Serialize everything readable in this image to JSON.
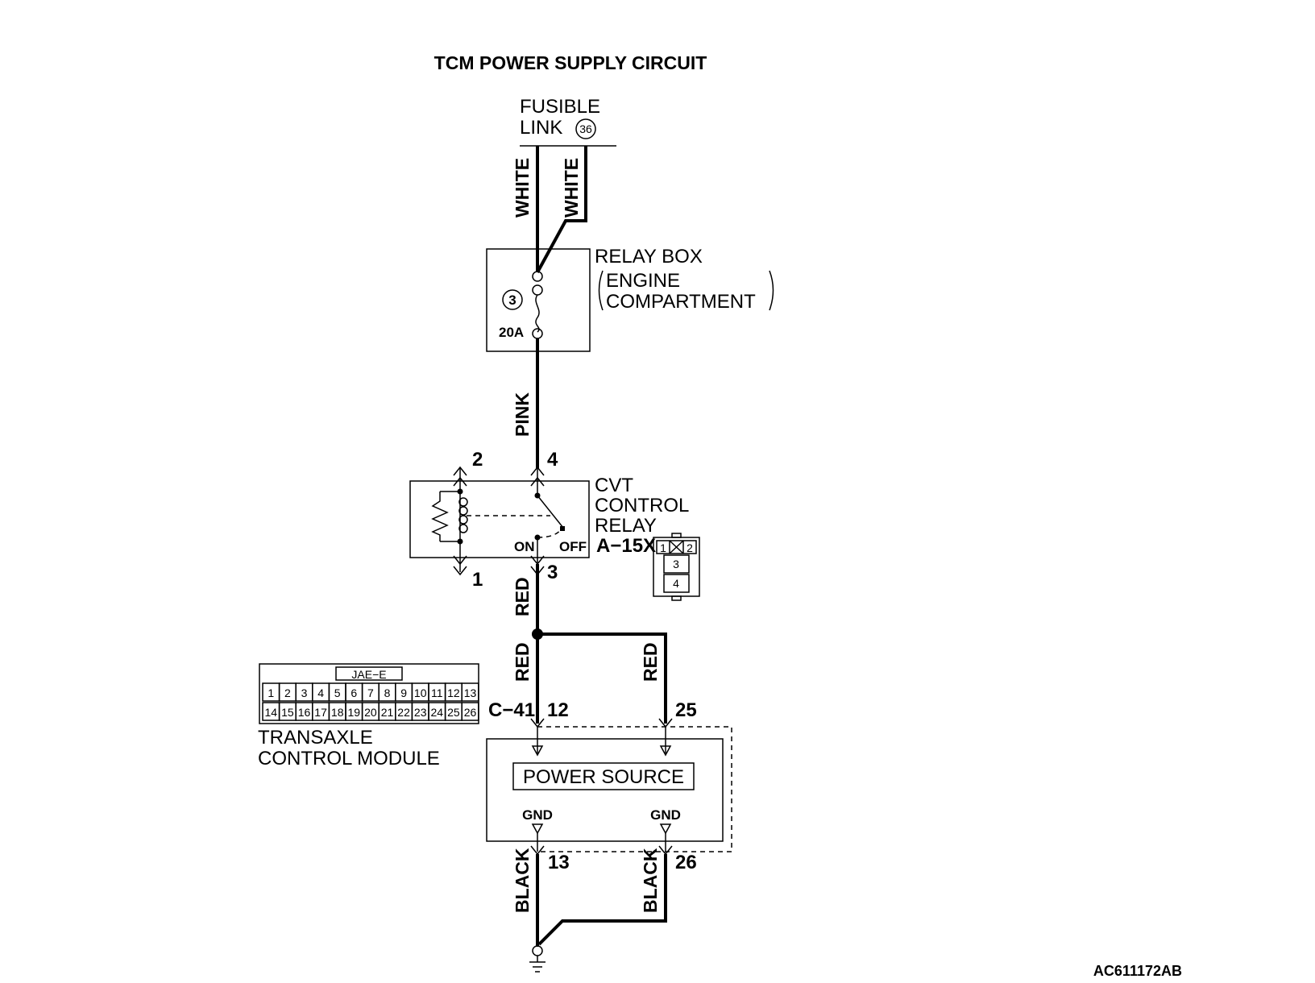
{
  "title": "TCM POWER SUPPLY CIRCUIT",
  "fusible_link": {
    "line1": "FUSIBLE",
    "line2": "LINK",
    "number": "36"
  },
  "relay_box": {
    "label": "RELAY BOX",
    "location_line1": "ENGINE",
    "location_line2": "COMPARTMENT",
    "fuse_number": "3",
    "fuse_rating": "20A"
  },
  "wires": {
    "white_left": "WHITE",
    "white_right": "WHITE",
    "pink": "PINK",
    "red_top": "RED",
    "red_left": "RED",
    "red_right": "RED",
    "black_left": "BLACK",
    "black_right": "BLACK"
  },
  "cvt_relay": {
    "line1": "CVT",
    "line2": "CONTROL",
    "line3": "RELAY",
    "connector": "A−15X",
    "pin_2": "2",
    "pin_4": "4",
    "pin_1": "1",
    "pin_3": "3",
    "on_label": "ON",
    "off_label": "OFF",
    "connector_face": {
      "pin1": "1",
      "pin2": "2",
      "pin3": "3",
      "pin4": "4"
    }
  },
  "tcm": {
    "line1": "TRANSAXLE",
    "line2": "CONTROL MODULE",
    "connector": "C−41",
    "connector_type": "JAE−E",
    "pin_12": "12",
    "pin_25": "25",
    "pin_13": "13",
    "pin_26": "26",
    "power_source": "POWER SOURCE",
    "gnd_left": "GND",
    "gnd_right": "GND",
    "connector_pins_top": [
      "1",
      "2",
      "3",
      "4",
      "5",
      "6",
      "7",
      "8",
      "9",
      "10",
      "11",
      "12",
      "13"
    ],
    "connector_pins_bottom": [
      "14",
      "15",
      "16",
      "17",
      "18",
      "19",
      "20",
      "21",
      "22",
      "23",
      "24",
      "25",
      "26"
    ]
  },
  "reference_code": "AC611172AB"
}
